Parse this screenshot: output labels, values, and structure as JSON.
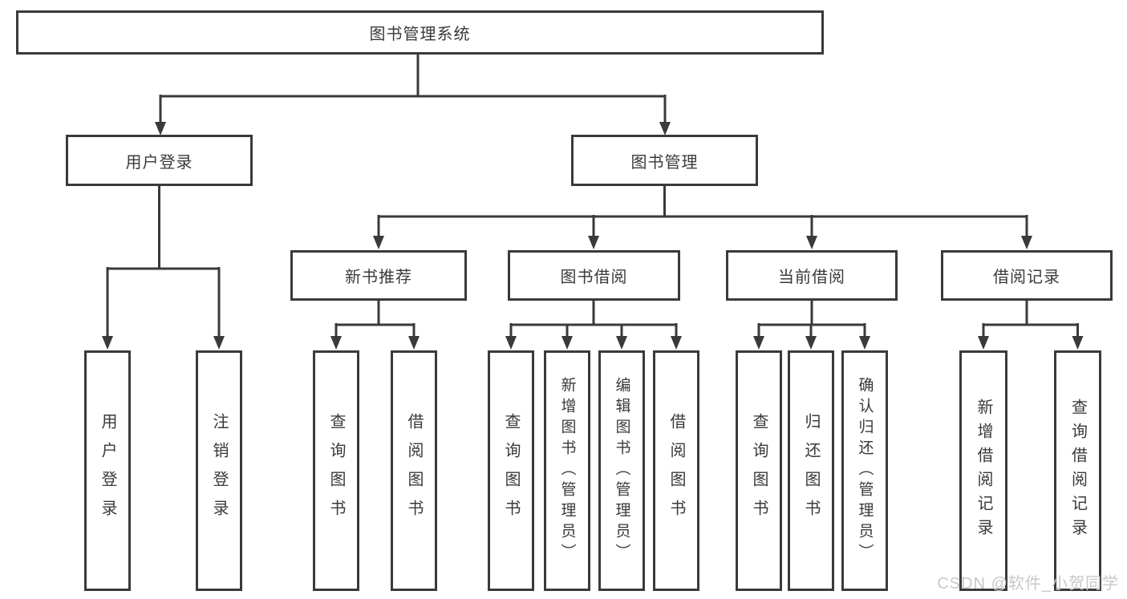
{
  "colors": {
    "line": "#3a3a3a",
    "text": "#3a3a3a",
    "watermark": "#c8c8c8",
    "bg": "#ffffff"
  },
  "diagram": {
    "root": {
      "label": "图书管理系统"
    },
    "level2": [
      {
        "id": "user-login",
        "label": "用户登录"
      },
      {
        "id": "book-management",
        "label": "图书管理"
      }
    ],
    "level3": [
      {
        "id": "new-book-recommend",
        "label": "新书推荐"
      },
      {
        "id": "book-borrow",
        "label": "图书借阅"
      },
      {
        "id": "current-borrow",
        "label": "当前借阅"
      },
      {
        "id": "borrow-records",
        "label": "借阅记录"
      }
    ],
    "leaves": {
      "user_login": [
        "用户登录",
        "注销登录"
      ],
      "new_book_recommend": [
        "查询图书",
        "借阅图书"
      ],
      "book_borrow": [
        "查询图书",
        "新增图书（管理员）",
        "编辑图书（管理员）",
        "借阅图书"
      ],
      "current_borrow": [
        "查询图书",
        "归还图书",
        "确认归还（管理员）"
      ],
      "borrow_records": [
        "新增借阅记录",
        "查询借阅记录"
      ]
    }
  },
  "watermark": {
    "text": "CSDN @软件_小贺同学"
  }
}
